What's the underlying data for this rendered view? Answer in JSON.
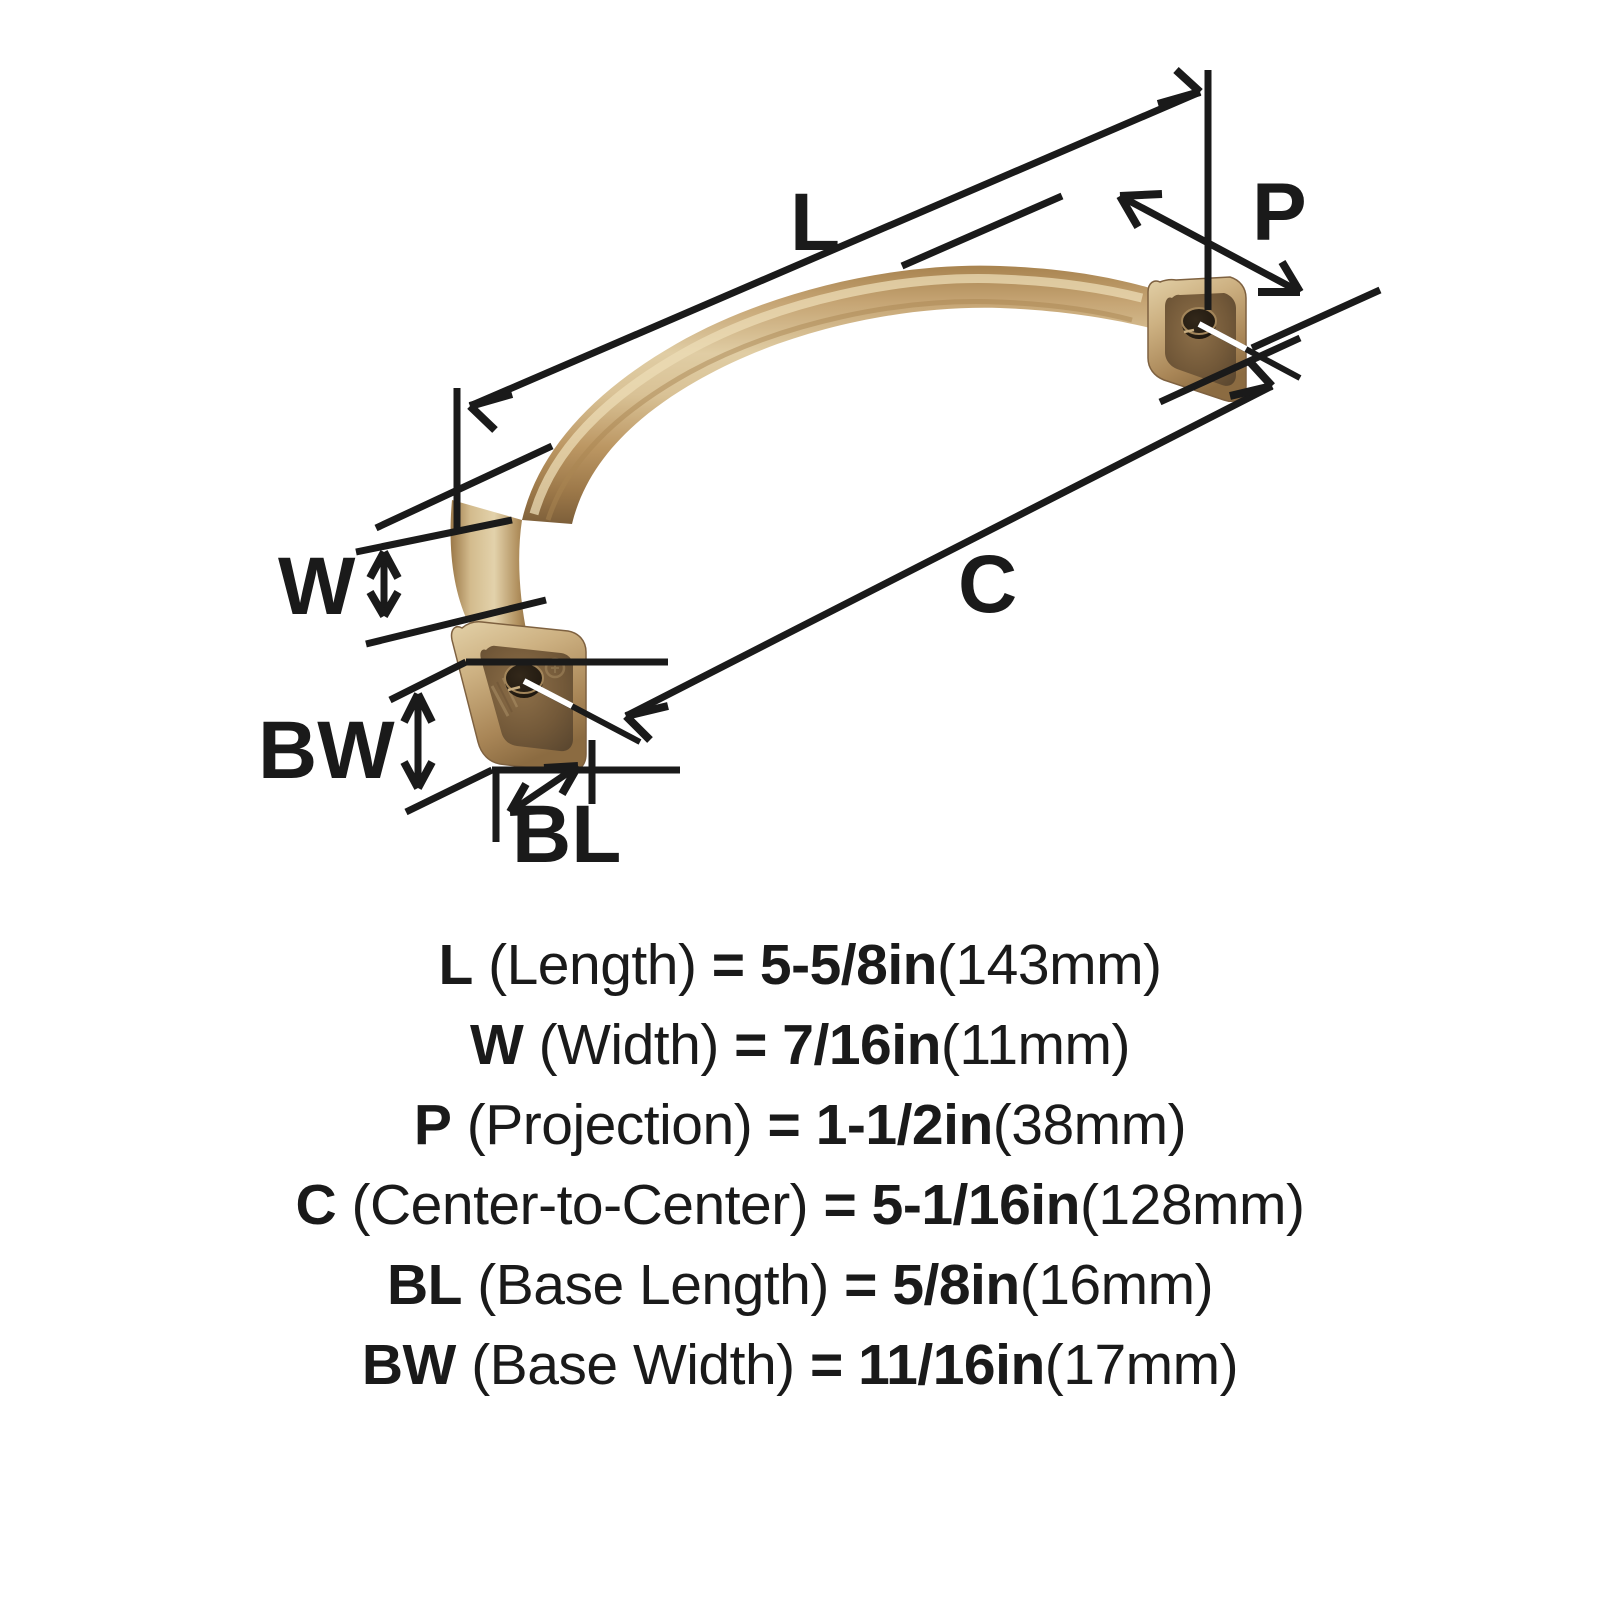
{
  "diagram": {
    "title": "cabinet-pull-dimension-diagram",
    "product": "arched cabinet pull handle",
    "finish_colors": {
      "highlight": "#e2cfa6",
      "mid": "#c8a876",
      "shadow": "#8a6c44",
      "deep_shadow": "#6b5132",
      "base_recess": "#7d6141",
      "line": "#1a1a1a"
    },
    "callouts": [
      {
        "key": "L",
        "label": "L",
        "name": "Length"
      },
      {
        "key": "P",
        "label": "P",
        "name": "Projection"
      },
      {
        "key": "C",
        "label": "C",
        "name": "Center-to-Center"
      },
      {
        "key": "W",
        "label": "W",
        "name": "Width"
      },
      {
        "key": "BW",
        "label": "BW",
        "name": "Base Width"
      },
      {
        "key": "BL",
        "label": "BL",
        "name": "Base Length"
      }
    ]
  },
  "specs": [
    {
      "code": "L",
      "name": "(Length)",
      "eq": "=",
      "value": "5-5/8in",
      "metric": "(143mm)"
    },
    {
      "code": "W",
      "name": "(Width)",
      "eq": "=",
      "value": "7/16in",
      "metric": "(11mm)"
    },
    {
      "code": "P",
      "name": "(Projection)",
      "eq": "=",
      "value": "1-1/2in",
      "metric": "(38mm)"
    },
    {
      "code": "C",
      "name": "(Center-to-Center)",
      "eq": "=",
      "value": "5-1/16in",
      "metric": "(128mm)"
    },
    {
      "code": "BL",
      "name": "(Base Length)",
      "eq": "=",
      "value": "5/8in",
      "metric": "(16mm)"
    },
    {
      "code": "BW",
      "name": "(Base Width)",
      "eq": "=",
      "value": "11/16in",
      "metric": "(17mm)"
    }
  ]
}
